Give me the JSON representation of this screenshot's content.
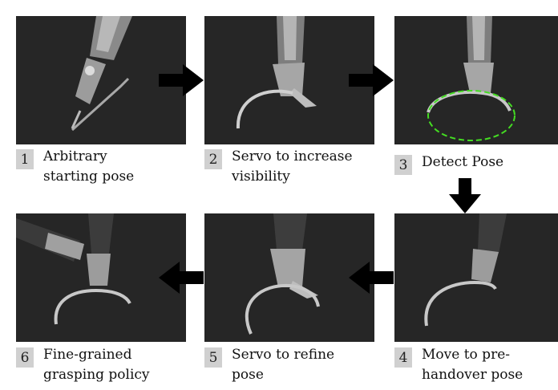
{
  "steps": [
    {
      "num": "1",
      "line1": "Arbitrary",
      "line2": "starting pose"
    },
    {
      "num": "2",
      "line1": "Servo to increase",
      "line2": "visibility"
    },
    {
      "num": "3",
      "line1": "Detect Pose",
      "line2": ""
    },
    {
      "num": "4",
      "line1": "Move to pre-",
      "line2": "handover pose"
    },
    {
      "num": "5",
      "line1": "Servo to refine",
      "line2": "pose"
    },
    {
      "num": "6",
      "line1": "Fine-grained",
      "line2": "grasping policy"
    }
  ],
  "colors": {
    "panel_bg": "#262626",
    "badge_bg": "#d0d0d0",
    "arrow": "#000000",
    "pose_ellipse": "#44dd22"
  }
}
